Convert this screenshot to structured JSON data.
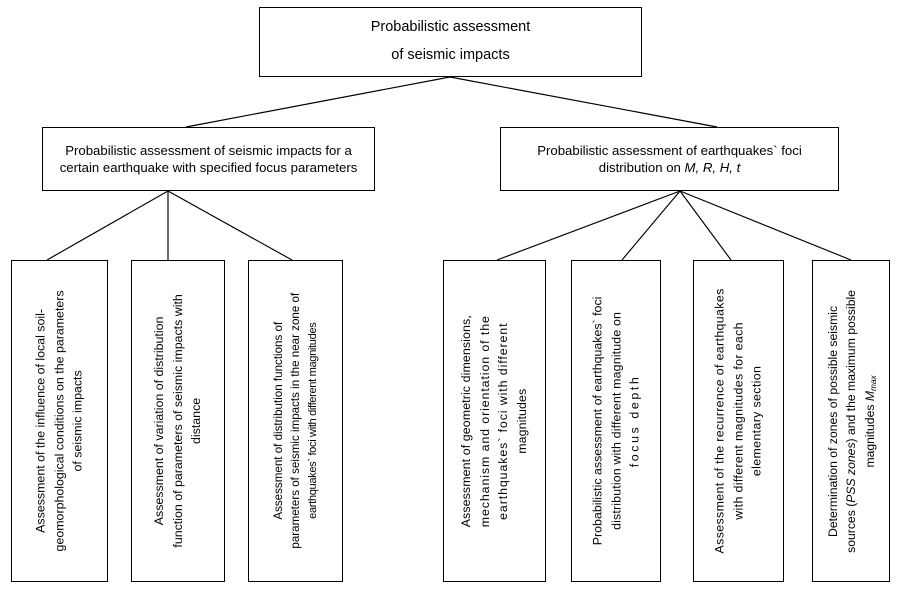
{
  "diagram": {
    "title": "Probabilistic assessment of seismic impacts",
    "type": "hierarchy-tree",
    "background_color": "#ffffff",
    "line_color": "#000000",
    "box_border_color": "#000000"
  },
  "root": {
    "line1": "Probabilistic assessment",
    "line2": "of seismic impacts"
  },
  "level1": {
    "left": {
      "line1": "Probabilistic assessment of seismic impacts",
      "line2": "for a certain earthquake with  specified focus",
      "line3": "parameters"
    },
    "right": {
      "line1": "Probabilistic assessment of earthquakes` foci",
      "line2_prefix": "distribution on ",
      "line2_vars": "M, R, H, t"
    }
  },
  "level2": {
    "box1": {
      "line1": "Assessment of the influence of local soil-",
      "line2": "geomorphological conditions on the parameters",
      "line3": "of seismic impacts"
    },
    "box2": {
      "line1": "Assessment of variation of distribution",
      "line2": "function of parameters of seismic impacts with",
      "line3": "distance"
    },
    "box3": {
      "line1": "Assessment of distribution functions of",
      "line2": "parameters of seismic impacts  in the near zone of",
      "line3": "earthquakes` foci with different magnitudes"
    },
    "box4": {
      "line1": "Assessment of geometric dimensions,",
      "line2": "mechanism and orientation of the",
      "line3": "earthquakes` foci with different",
      "line4": "magnitudes"
    },
    "box5": {
      "line1": "Probabilistic assessment of earthquakes` foci",
      "line2": "distribution with different magnitude on",
      "line3": "focus depth"
    },
    "box6": {
      "line1": "Assessment of the recurrence of earthquakes",
      "line2": "with different magnitudes for each",
      "line3": "elementary section"
    },
    "box7": {
      "line1": "Determination of zones of possible seismic",
      "line2_a": "sources (",
      "line2_italic": "PSS zones",
      "line2_b": ") and the maximum possible",
      "line3_a": "magnitudes ",
      "line3_var": "M",
      "line3_sub": "max"
    }
  }
}
